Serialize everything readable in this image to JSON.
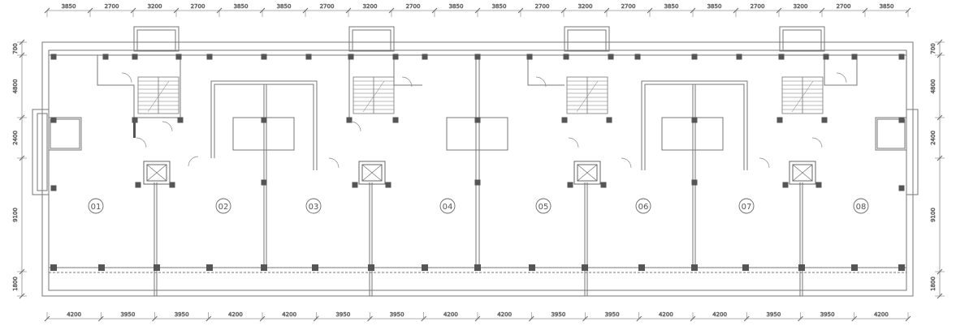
{
  "top_dimensions": [
    "3850",
    "2700",
    "3200",
    "2700",
    "3850",
    "3850",
    "2700",
    "3200",
    "2700",
    "3850",
    "3850",
    "2700",
    "3200",
    "2700",
    "3850",
    "3850",
    "2700",
    "3200",
    "2700",
    "3850"
  ],
  "bottom_dimensions": [
    "4200",
    "3950",
    "3950",
    "4200",
    "4200",
    "3950",
    "3950",
    "4200",
    "4200",
    "3950",
    "3950",
    "4200",
    "4200",
    "3950",
    "3950",
    "4200"
  ],
  "left_dimensions": [
    "700",
    "4800",
    "2400",
    "9100",
    "1800"
  ],
  "right_dimensions": [
    "700",
    "4800",
    "2400",
    "9100",
    "1800"
  ],
  "unit_labels": [
    "01",
    "02",
    "03",
    "04",
    "05",
    "06",
    "07",
    "08"
  ],
  "colors": {
    "line": "#777777",
    "column": "#555555",
    "text": "#555555"
  }
}
